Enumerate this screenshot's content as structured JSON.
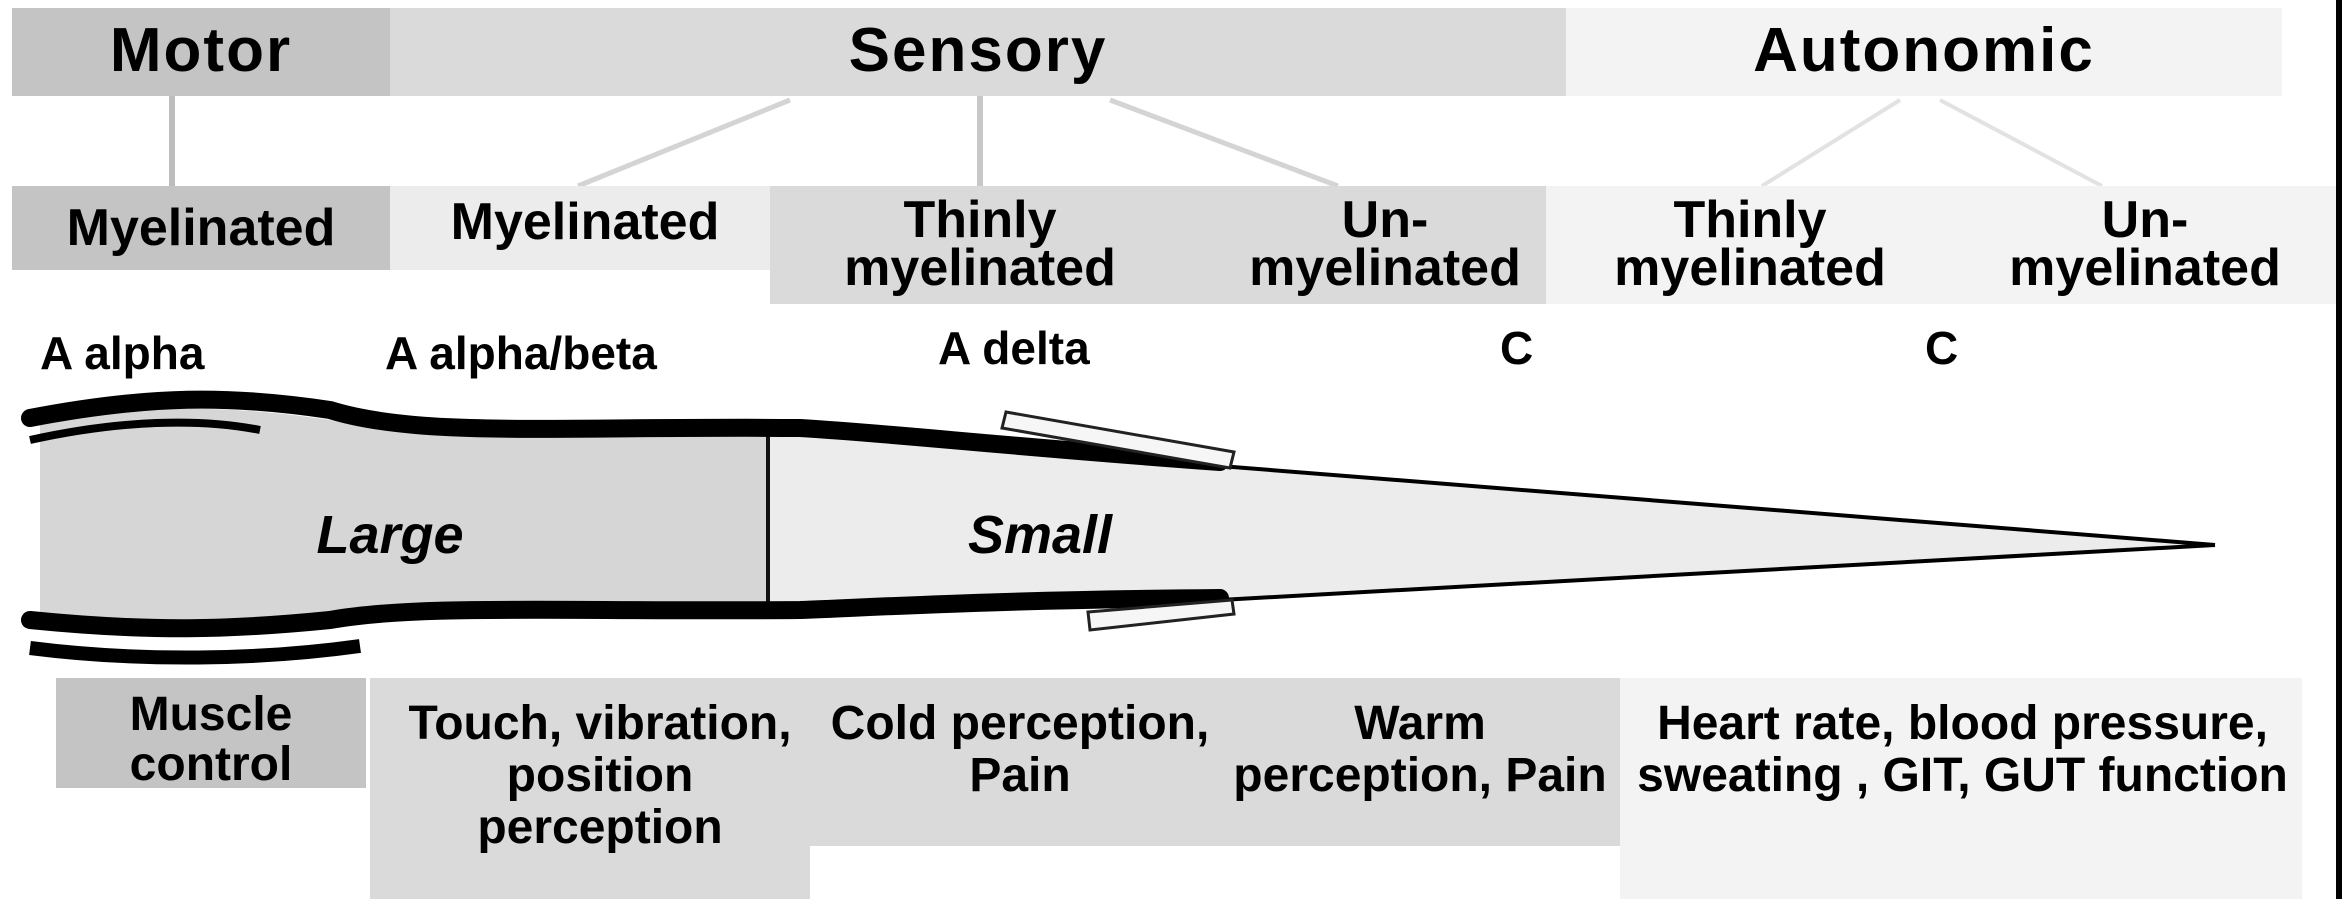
{
  "categories": {
    "motor": "Motor",
    "sensory": "Sensory",
    "autonomic": "Autonomic"
  },
  "myelination": {
    "motor": "Myelinated",
    "sensory_large": "Myelinated",
    "sensory_thin": "Thinly myelinated",
    "sensory_un": "Un- myelinated",
    "auto_thin": "Thinly myelinated",
    "auto_un": "Un- myelinated"
  },
  "fiber_types": {
    "a_alpha": "A alpha",
    "a_alpha_beta": "A alpha/beta",
    "a_delta": "A delta",
    "c_sensory": "C",
    "c_autonomic": "C"
  },
  "fiber_size": {
    "large": "Large",
    "small": "Small"
  },
  "functions": {
    "muscle": "Muscle control",
    "touch": "Touch, vibration, position perception",
    "cold": "Cold perception, Pain",
    "warm": "Warm perception, Pain",
    "autonomic": "Heart rate, blood pressure, sweating , GIT, GUT function"
  }
}
